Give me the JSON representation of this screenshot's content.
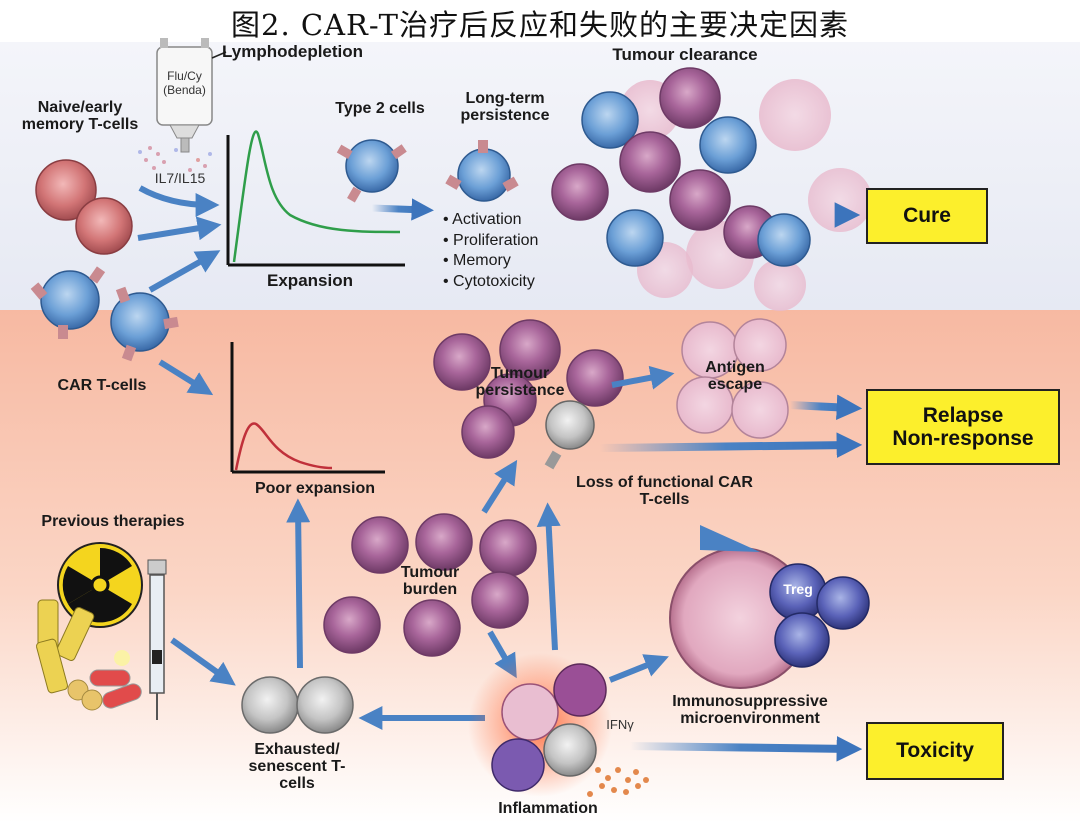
{
  "title": "图2. CAR-T治疗后反应和失败的主要决定因素",
  "labels": {
    "lymphodepletion": "Lymphodepletion",
    "flu_cy": "Flu/Cy",
    "benda": "(Benda)",
    "il7_il15": "IL7/IL15",
    "naive_early_memory": "Naive/early memory T-cells",
    "car_t_cells": "CAR T-cells",
    "expansion": "Expansion",
    "type2_cells": "Type 2 cells",
    "long_term_persistence": "Long-term persistence",
    "tumour_clearance": "Tumour clearance",
    "tumour_persistence": "Tumour persistence",
    "antigen_escape": "Antigen escape",
    "loss_functional": "Loss of functional CAR T-cells",
    "poor_expansion": "Poor expansion",
    "previous_therapies": "Previous therapies",
    "tumour_burden": "Tumour burden",
    "treg": "Treg",
    "immunosuppressive": "Immunosuppressive microenvironment",
    "ifn_gamma": "IFNγ",
    "exhausted": "Exhausted/ senescent T-cells",
    "inflammation": "Inflammation"
  },
  "persistence_features": [
    "Activation",
    "Proliferation",
    "Memory",
    "Cytotoxicity"
  ],
  "outcomes": {
    "cure": "Cure",
    "relapse": "Relapse",
    "non_response": "Non-response",
    "toxicity": "Toxicity"
  },
  "colors": {
    "top_band": "#eef0f7",
    "bottom_band": "#f9c9b3",
    "arrow": "#4a82c4",
    "outcome_box": "#fcef2c",
    "expansion_curve": "#2f9e4a",
    "poor_expansion_curve": "#c0303a",
    "tumour_cell": "#9c5a8c",
    "car_t_cell": "#6b9fd6",
    "exhausted_cell": "#b9b9b9"
  }
}
